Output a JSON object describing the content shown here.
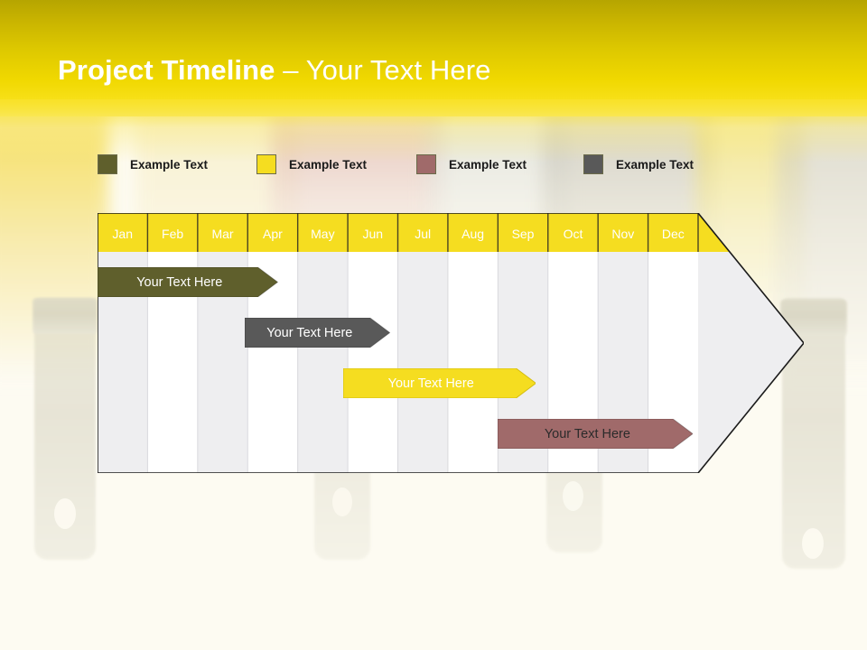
{
  "slide": {
    "title_bold": "Project Timeline",
    "title_regular": " – Your Text Here",
    "background_color": "#fdfbf2",
    "header_gradient_top": "#b6a500",
    "header_gradient_bottom": "#f9e84d"
  },
  "legend": {
    "items": [
      {
        "label": "Example Text",
        "color": "#5f5f2c",
        "x": 0
      },
      {
        "label": "Example Text",
        "color": "#f5dd20",
        "x": 176
      },
      {
        "label": "Example Text",
        "color": "#a06a6a",
        "x": 353
      },
      {
        "label": "Example Text",
        "color": "#595959",
        "x": 538
      }
    ]
  },
  "chart_data": {
    "type": "bar",
    "title": "Project Timeline",
    "orientation": "horizontal",
    "categories": [
      "Jan",
      "Feb",
      "Mar",
      "Apr",
      "May",
      "Jun",
      "Jul",
      "Aug",
      "Sep",
      "Oct",
      "Nov",
      "Dec"
    ],
    "xlabel": "",
    "ylabel": "",
    "grid": true,
    "legend_position": "top",
    "header_fill": "#f5dd20",
    "header_text_color": "#ffffff",
    "column_stripe_a": "#eeeef0",
    "column_stripe_b": "#ffffff",
    "outline_color": "#1a1a1a",
    "series": [
      {
        "name": "Your  Text Here",
        "label": "Your  Text Here",
        "color": "#5f5f2c",
        "text_color": "#ffffff",
        "start_month": "Jan",
        "end_month": "Apr",
        "start_index": 0,
        "span": 3.6,
        "row": 0
      },
      {
        "name": "Your  Text Here",
        "label": "Your  Text Here",
        "color": "#595959",
        "text_color": "#ffffff",
        "start_month": "Apr",
        "end_month": "Jun",
        "start_index": 2.95,
        "span": 2.9,
        "row": 1
      },
      {
        "name": "Your  Text Here",
        "label": "Your  Text Here",
        "color": "#f5dd20",
        "text_color": "#ffffff",
        "start_month": "Jun",
        "end_month": "Sep",
        "start_index": 4.9,
        "span": 3.85,
        "row": 2
      },
      {
        "name": "Your  Text Here",
        "label": "Your  Text Here",
        "color": "#a06a6a",
        "text_color": "#2b2b2b",
        "start_month": "Sep",
        "end_month": "Dec",
        "start_index": 8.0,
        "span": 3.9,
        "row": 3
      }
    ]
  }
}
